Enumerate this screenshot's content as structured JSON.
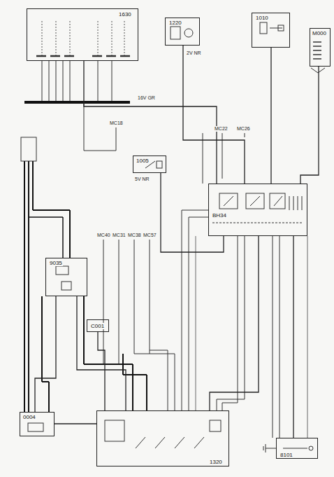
{
  "diagram": {
    "nodes": [
      {
        "text": [
          "1630"
        ]
      },
      {
        "text": [
          "1220"
        ]
      },
      {
        "text": [
          "1010"
        ]
      },
      {
        "text": [
          "M000"
        ]
      },
      {
        "text": [
          "1005"
        ]
      },
      {
        "text": [
          "BH34"
        ]
      },
      {
        "text": [
          "9035"
        ]
      },
      {
        "text": [
          "C001"
        ]
      },
      {
        "text": [
          "0004"
        ]
      },
      {
        "text": [
          "1320"
        ]
      },
      {
        "text": [
          "8101"
        ]
      }
    ],
    "edges": [
      {
        "from": 0,
        "to": 5,
        "arrow": "none"
      },
      {
        "from": 1,
        "to": 5,
        "arrow": "none"
      },
      {
        "from": 2,
        "to": 5,
        "arrow": "none"
      },
      {
        "from": 3,
        "to": 5,
        "arrow": "none"
      },
      {
        "from": 4,
        "to": 5,
        "arrow": "none"
      },
      {
        "from": 6,
        "to": 8,
        "arrow": "none"
      },
      {
        "from": 6,
        "to": 9,
        "arrow": "none"
      },
      {
        "from": 7,
        "to": 9,
        "arrow": "none"
      },
      {
        "from": 5,
        "to": 9,
        "arrow": "none"
      },
      {
        "from": 8,
        "to": 9,
        "arrow": "none"
      },
      {
        "from": 5,
        "to": 10,
        "arrow": "none"
      }
    ],
    "labels": [
      "MC18",
      "MC22",
      "MC26",
      "MC40",
      "MC31",
      "MC38",
      "MC57",
      "5V NR",
      "2V NR",
      "16V GR"
    ]
  }
}
